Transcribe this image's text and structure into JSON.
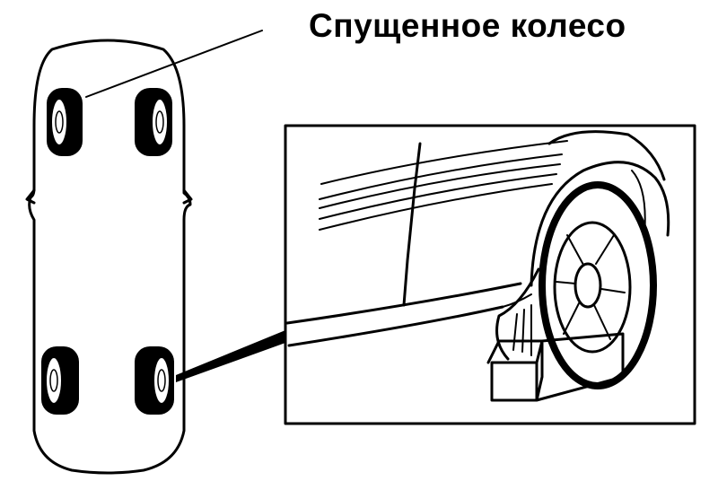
{
  "caption": "Спущенное колесо",
  "colors": {
    "ink": "#000000",
    "paper": "#ffffff"
  },
  "illustration": {
    "top_view_car": {
      "wheels": 4,
      "flat_wheel_position": "front-left"
    },
    "detail_inset": {
      "shows": "wheel resting on chock block",
      "chocked_wheel_position": "rear-right"
    }
  }
}
